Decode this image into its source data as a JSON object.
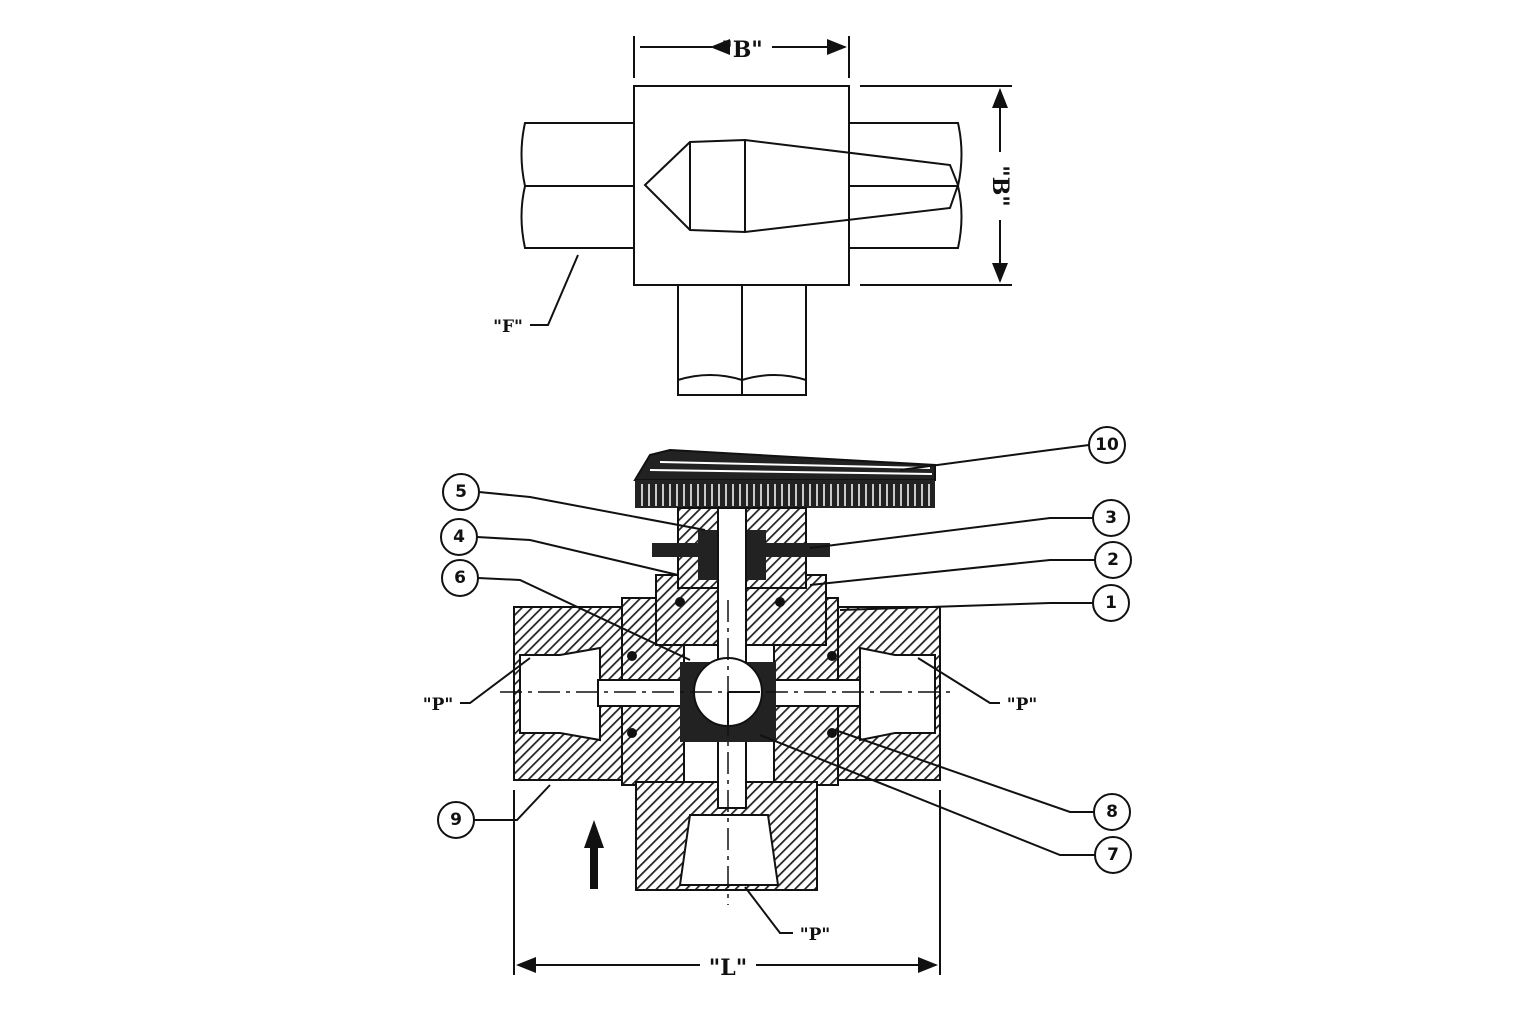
{
  "top_view": {
    "dimension_width": "\"B\"",
    "dimension_height": "\"B\"",
    "port_label": "\"F\""
  },
  "section_view": {
    "callouts": [
      "1",
      "2",
      "3",
      "4",
      "5",
      "6",
      "7",
      "8",
      "9",
      "10"
    ],
    "port_left": "\"P\"",
    "port_right": "\"P\"",
    "port_bottom": "\"P\"",
    "dimension_length": "\"L\""
  },
  "colors": {
    "ink": "#111111",
    "background": "#ffffff"
  }
}
